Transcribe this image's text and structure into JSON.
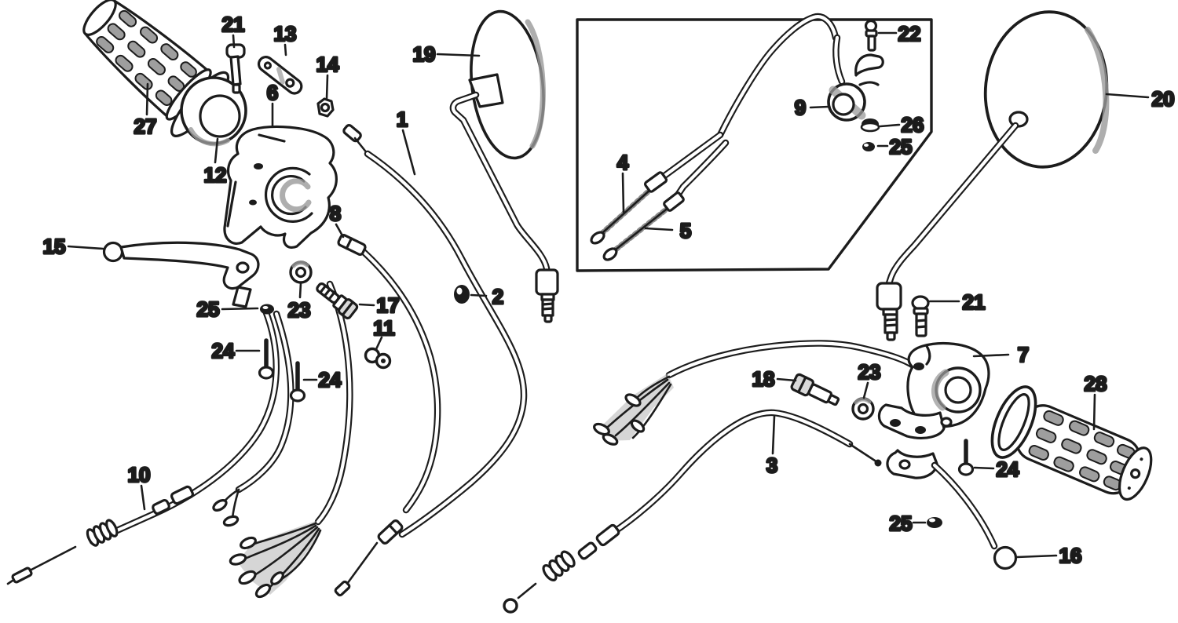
{
  "figure": {
    "type": "exploded-parts-diagram",
    "subject": "handlebar-switch-lever-mirror-cable-assembly",
    "background_color": "#ffffff",
    "line_color": "#1c1c1c",
    "callouts": [
      {
        "label": "27"
      },
      {
        "label": "21"
      },
      {
        "label": "13"
      },
      {
        "label": "14"
      },
      {
        "label": "6"
      },
      {
        "label": "12"
      },
      {
        "label": "19"
      },
      {
        "label": "1"
      },
      {
        "label": "15"
      },
      {
        "label": "8"
      },
      {
        "label": "25"
      },
      {
        "label": "23"
      },
      {
        "label": "17"
      },
      {
        "label": "11"
      },
      {
        "label": "24"
      },
      {
        "label": "24"
      },
      {
        "label": "2"
      },
      {
        "label": "10"
      },
      {
        "label": "4"
      },
      {
        "label": "5"
      },
      {
        "label": "9"
      },
      {
        "label": "22"
      },
      {
        "label": "26"
      },
      {
        "label": "25"
      },
      {
        "label": "20"
      },
      {
        "label": "21"
      },
      {
        "label": "7"
      },
      {
        "label": "18"
      },
      {
        "label": "23"
      },
      {
        "label": "28"
      },
      {
        "label": "3"
      },
      {
        "label": "24"
      },
      {
        "label": "25"
      },
      {
        "label": "16"
      }
    ]
  }
}
